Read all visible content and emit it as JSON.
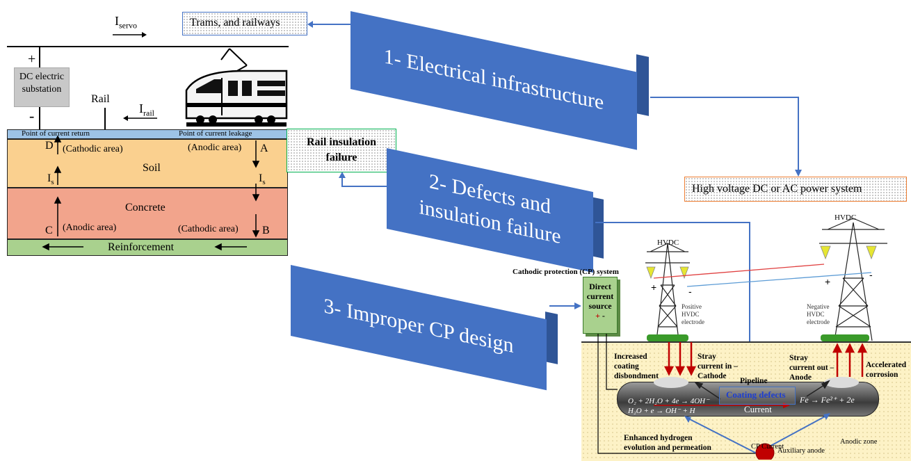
{
  "left_diagram": {
    "i_servo_main": "I",
    "i_servo_sub": "servo",
    "plus_sign": "+",
    "minus_sign": "-",
    "substation_line1": "DC electric",
    "substation_line2": "substation",
    "rail_label": "Rail",
    "i_rail_main": "I",
    "i_rail_sub": "rail",
    "point_return": "Point of current return",
    "point_leakage": "Point of current leakage",
    "label_d": "D",
    "label_a": "A",
    "label_c": "C",
    "label_b": "B",
    "cathodic_area_top": "(Cathodic area)",
    "anodic_area_top": "(Anodic area)",
    "soil": "Soil",
    "is_left_main": "I",
    "is_left_sub": "s",
    "is_right_main": "I",
    "is_right_sub": "s",
    "concrete": "Concrete",
    "anodic_area_bottom": "(Anodic area)",
    "cathodic_area_bottom": "(Cathodic area)",
    "reinforcement": "Reinforcement"
  },
  "boxes": {
    "trams": "Trams, and railways",
    "rail_insulation_line1": "Rail insulation",
    "rail_insulation_line2": "failure",
    "high_voltage": "High voltage DC or AC power system"
  },
  "blocks": {
    "electrical": "1- Electrical infrastructure",
    "defects_line1": "2- Defects and",
    "defects_line2": "insulation failure",
    "cp_design": "3- Improper CP design"
  },
  "pipeline_scene": {
    "cp_system_title": "Cathodic protection (CP) system",
    "dc_source_line1": "Direct",
    "dc_source_line2": "current",
    "dc_source_line3": "source",
    "dc_plus": "+",
    "dc_minus": "-",
    "hvdc_left": "HVDC",
    "hvdc_right": "HVDC",
    "positive_electrode_line1": "Positive",
    "positive_electrode_line2": "HVDC",
    "positive_electrode_line3": "electrode",
    "negative_electrode_line1": "Negative",
    "negative_electrode_line2": "HVDC",
    "negative_electrode_line3": "electrode",
    "increased_coating_line1": "Increased",
    "increased_coating_line2": "coating",
    "increased_coating_line3": "disbondment",
    "stray_in_line1": "Stray",
    "stray_in_line2": "current in –",
    "stray_in_line3": "Cathode",
    "stray_out_line1": "Stray",
    "stray_out_line2": "current out –",
    "stray_out_line3": "Anode",
    "accelerated_line1": "Accelerated",
    "accelerated_line2": "corrosion",
    "pipeline": "Pipeline",
    "coating_defects": "Coating defects",
    "current": "Current",
    "equation_left_1": "O₂ + 2H₂O + 4e → 4OH⁻",
    "equation_left_2": "H₂O + e → OH⁻ + H",
    "equation_right": "Fe → Fe²⁺ + 2e",
    "enhanced_line1": "Enhanced hydrogen",
    "enhanced_line2": "evolution and permeation",
    "cp_current": "CP Current",
    "anodic_zone": "Anodic zone",
    "auxiliary_anode": "Auxiliary anode"
  },
  "colors": {
    "block_blue": "#4472c4",
    "arrow_blue": "#4472c4",
    "soil": "#fad08f",
    "concrete": "#f2a48c",
    "reinforcement": "#a9d18e",
    "rail_top": "#9dc3e6",
    "green_border": "#00b050",
    "orange_border": "#ed7d31",
    "stray_red": "#c00000"
  }
}
